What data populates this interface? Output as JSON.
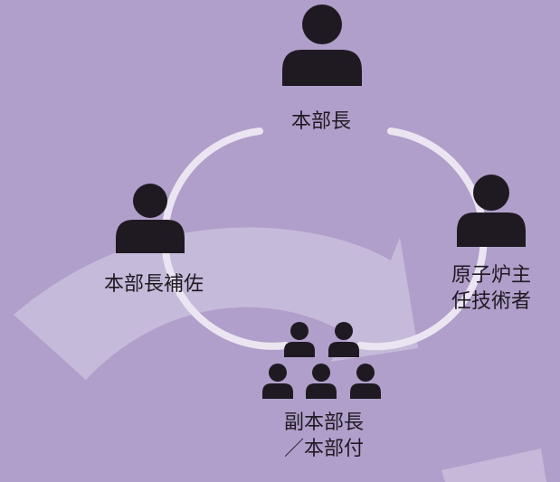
{
  "background_color": "#b09fca",
  "arrow_color": "#c9bcdc",
  "ring_color": "#ebe5f1",
  "icon_color": "#1f1a22",
  "nodes": {
    "top": {
      "icon": "person-icon",
      "label": "本部長"
    },
    "left": {
      "icon": "person-icon",
      "label": "本部長補佐"
    },
    "right": {
      "icon": "person-icon",
      "label_line1": "原子炉主",
      "label_line2": "任技術者"
    },
    "bottom": {
      "icon": "group-icon",
      "label_line1": "副本部長",
      "label_line2": "／本部付"
    }
  }
}
